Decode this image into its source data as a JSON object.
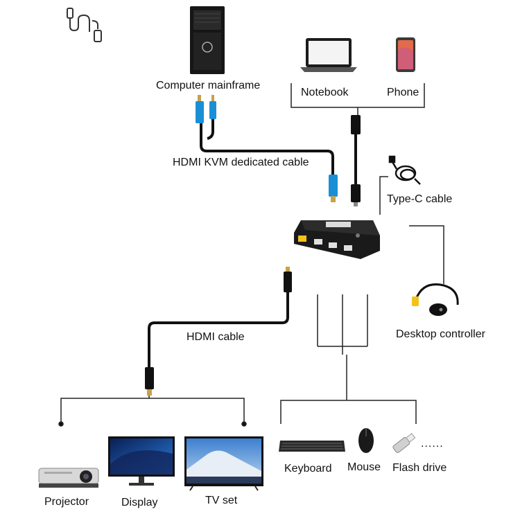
{
  "labels": {
    "computer": "Computer mainframe",
    "notebook": "Notebook",
    "phone": "Phone",
    "hdmi_kvm": "HDMI KVM dedicated cable",
    "typec": "Type-C cable",
    "desktop_controller": "Desktop controller",
    "hdmi_cable": "HDMI cable",
    "projector": "Projector",
    "display": "Display",
    "tv": "TV set",
    "keyboard": "Keyboard",
    "mouse": "Mouse",
    "flash": "Flash drive",
    "more": "......"
  },
  "colors": {
    "hdmi_connector_blue": "#1a8fd6",
    "cable_black": "#111111",
    "accent_yellow": "#f2c21a",
    "line": "#222222"
  },
  "icons": [
    "usb-c-cable-icon",
    "computer-tower-icon",
    "notebook-icon",
    "phone-icon",
    "kvm-switch-icon",
    "type-c-cable-icon",
    "desktop-controller-icon",
    "projector-icon",
    "display-icon",
    "tv-icon",
    "keyboard-icon",
    "mouse-icon",
    "flash-drive-icon"
  ]
}
